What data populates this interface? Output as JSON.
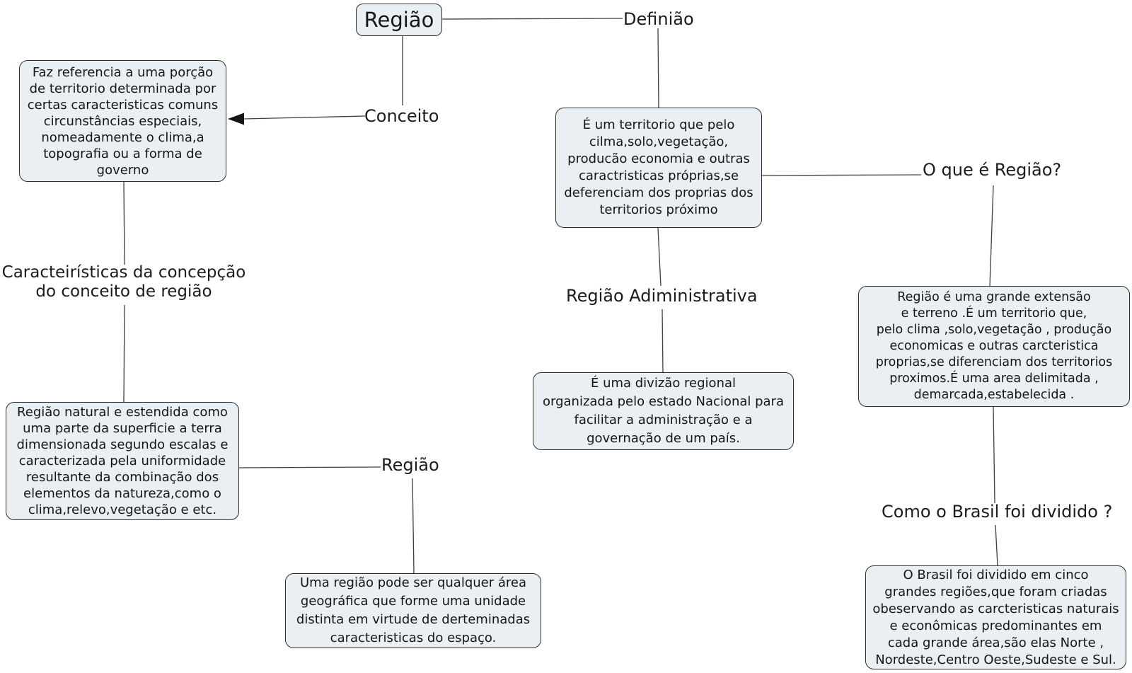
{
  "colors": {
    "box_fill": "#e9eff2",
    "box_border": "#2e2e2e",
    "line": "#3f3f3f",
    "text": "#1a1a1a"
  },
  "root": {
    "label": "Região"
  },
  "labels": {
    "definicao": "Definião",
    "conceito": "Conceito",
    "caracteristicas": "Caracteirísticas da concepção\ndo conceito de região",
    "regiao_mid": "Região",
    "regiao_administrativa": "Região Adiministrativa",
    "o_que_e_regiao": "O que é Região?",
    "como_brasil": "Como o Brasil foi dividido ?"
  },
  "boxes": {
    "conceito_def": "Faz  referencia a uma porção\nde territorio determinada por\ncertas caracteristicas comuns\ncircunstâncias especiais,\nnomeadamente o clima,a\ntopografia ou a forma de\ngoverno",
    "regiao_natural": "Região natural e estendida como\numa parte  da superficie a terra\ndimensionada segundo escalas e\ncaracterizada pela uniformidade\nresultante da combinação dos\nelementos da natureza,como o\nclima,relevo,vegetação e etc.",
    "uma_regiao": "Uma região pode ser qualquer área\ngeográfica que forme uma unidade\ndistinta em virtude de derteminadas\ncaracteristicas do espaço.",
    "territorio": "É um territorio que pelo\ncilma,solo,vegetação,\nproducão economia e outras\ncaractristicas próprias,se\ndeferenciam dos proprias dos\nterritorios próximo",
    "admin": "É uma divizão regional\norganizada pelo estado Nacional para\nfacilitar a administração e a\ngovernação de um país.",
    "extensao": "Região é uma grande extensão\ne terreno .É um territorio que,\npelo clima ,solo,vegetação , produção\neconomicas e outras carcteristica\nproprias,se diferenciam dos territorios\nproximos.É uma area delimitada ,\ndemarcada,estabelecida .",
    "brasil": "O Brasil foi dividido em cinco\ngrandes regiões,que foram criadas\nobeservando as carcteristicas naturais\ne econômicas predominantes  em\ncada grande área,são elas Norte ,\nNordeste,Centro Oeste,Sudeste e Sul."
  }
}
